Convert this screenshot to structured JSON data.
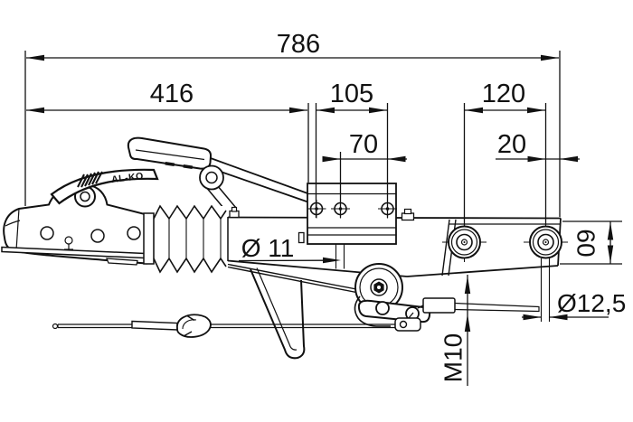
{
  "drawing": {
    "brand_label": "AL-KO",
    "dimensions": {
      "total_length": "786",
      "head_to_bracket": "416",
      "bracket_holes_outer": "105",
      "bracket_holes_inner": "70",
      "frame_holes_spacing": "120",
      "hole_to_end": "20",
      "tube_hole_diameter": "Ø 11",
      "frame_height": "60",
      "frame_hole_diameter": "Ø12,5",
      "rod_thread": "M10"
    }
  }
}
